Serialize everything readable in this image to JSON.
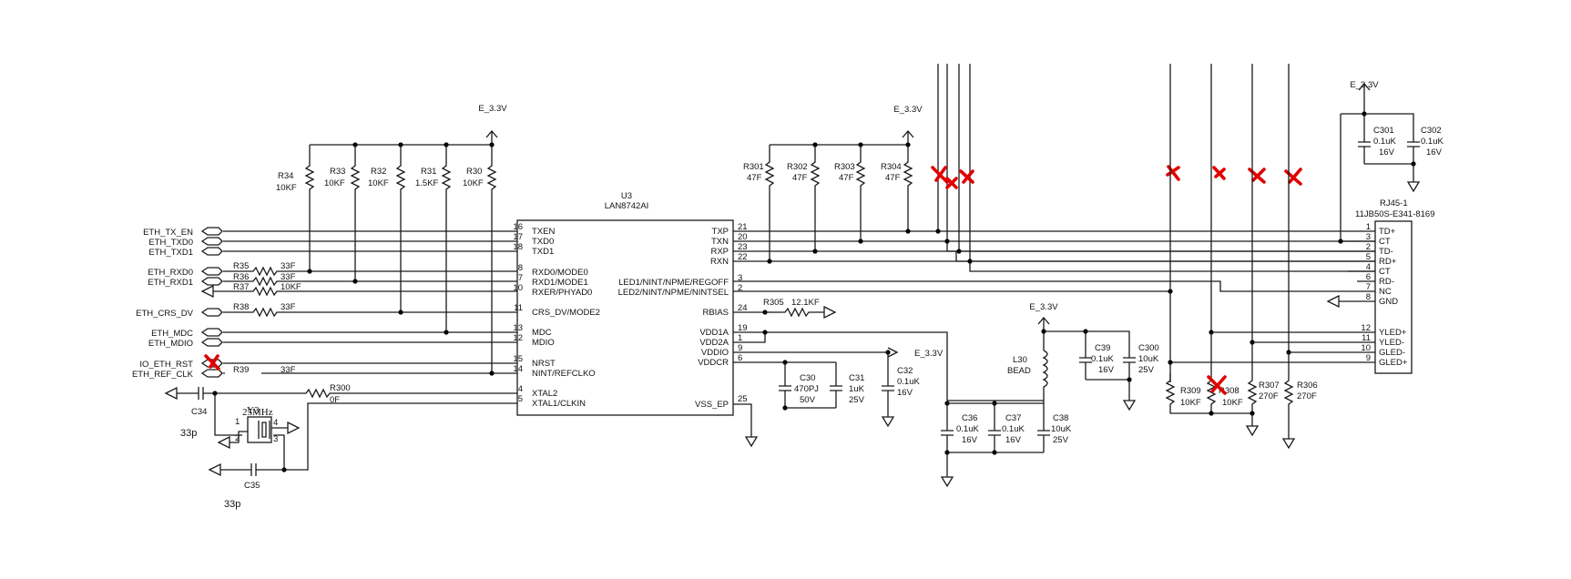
{
  "power": {
    "e33v": "E_3.3V"
  },
  "u3": {
    "ref": "U3",
    "part": "LAN8742AI",
    "left_pins": [
      {
        "num": "16",
        "name": "TXEN"
      },
      {
        "num": "17",
        "name": "TXD0"
      },
      {
        "num": "18",
        "name": "TXD1"
      },
      {
        "num": "8",
        "name": "RXD0/MODE0"
      },
      {
        "num": "7",
        "name": "RXD1/MODE1"
      },
      {
        "num": "10",
        "name": "RXER/PHYAD0"
      },
      {
        "num": "11",
        "name": "CRS_DV/MODE2"
      },
      {
        "num": "13",
        "name": "MDC"
      },
      {
        "num": "12",
        "name": "MDIO"
      },
      {
        "num": "15",
        "name": "NRST"
      },
      {
        "num": "14",
        "name": "NINT/REFCLKO"
      },
      {
        "num": "4",
        "name": "XTAL2"
      },
      {
        "num": "5",
        "name": "XTAL1/CLKIN"
      }
    ],
    "right_pins": [
      {
        "num": "21",
        "name": "TXP"
      },
      {
        "num": "20",
        "name": "TXN"
      },
      {
        "num": "23",
        "name": "RXP"
      },
      {
        "num": "22",
        "name": "RXN"
      },
      {
        "num": "3",
        "name": "LED1/NINT/NPME/REGOFF"
      },
      {
        "num": "2",
        "name": "LED2/NINT/NPME/NINTSEL"
      },
      {
        "num": "24",
        "name": "RBIAS"
      },
      {
        "num": "19",
        "name": "VDD1A"
      },
      {
        "num": "1",
        "name": "VDD2A"
      },
      {
        "num": "9",
        "name": "VDDIO"
      },
      {
        "num": "6",
        "name": "VDDCR"
      },
      {
        "num": "25",
        "name": "VSS_EP"
      }
    ]
  },
  "nets": [
    "ETH_TX_EN",
    "ETH_TXD0",
    "ETH_TXD1",
    "ETH_RXD0",
    "ETH_RXD1",
    "ETH_CRS_DV",
    "ETH_MDC",
    "ETH_MDIO",
    "IO_ETH_RST",
    "ETH_REF_CLK"
  ],
  "pullups": [
    {
      "ref": "R34",
      "val": "10KF"
    },
    {
      "ref": "R33",
      "val": "10KF"
    },
    {
      "ref": "R32",
      "val": "10KF"
    },
    {
      "ref": "R31",
      "val": "1.5KF"
    },
    {
      "ref": "R30",
      "val": "10KF"
    }
  ],
  "series": [
    {
      "ref": "R35",
      "val": "33F"
    },
    {
      "ref": "R36",
      "val": "33F"
    },
    {
      "ref": "R37",
      "val": "10KF"
    },
    {
      "ref": "R38",
      "val": "33F"
    },
    {
      "ref": "R39",
      "val": "33F"
    },
    {
      "ref": "R300",
      "val": "0F"
    }
  ],
  "crystal": {
    "ref": "Y3",
    "freq": "25MHz",
    "p1": "1",
    "p2": "2",
    "p3": "3",
    "p4": "4"
  },
  "xtal_caps": [
    {
      "ref": "C34",
      "val": "33p"
    },
    {
      "ref": "C35",
      "val": "33p"
    }
  ],
  "term": [
    {
      "ref": "R301",
      "val": "47F"
    },
    {
      "ref": "R302",
      "val": "47F"
    },
    {
      "ref": "R303",
      "val": "47F"
    },
    {
      "ref": "R304",
      "val": "47F"
    }
  ],
  "rbias": {
    "ref": "R305",
    "val": "12.1KF"
  },
  "c30": {
    "ref": "C30",
    "val": "470PJ",
    "volt": "50V"
  },
  "c31": {
    "ref": "C31",
    "val": "1uK",
    "volt": "25V"
  },
  "c32": {
    "ref": "C32",
    "val": "0.1uK",
    "volt": "16V"
  },
  "c36": {
    "ref": "C36",
    "val": "0.1uK",
    "volt": "16V"
  },
  "c37": {
    "ref": "C37",
    "val": "0.1uK",
    "volt": "16V"
  },
  "c38": {
    "ref": "C38",
    "val": "10uK",
    "volt": "25V"
  },
  "c39": {
    "ref": "C39",
    "val": "0.1uK",
    "volt": "16V"
  },
  "c300": {
    "ref": "C300",
    "val": "10uK",
    "volt": "25V"
  },
  "c301": {
    "ref": "C301",
    "val": "0.1uK",
    "volt": "16V"
  },
  "c302": {
    "ref": "C302",
    "val": "0.1uK",
    "volt": "16V"
  },
  "l30": {
    "ref": "L30",
    "val": "BEAD"
  },
  "led_res": [
    {
      "ref": "R309",
      "val": "10KF"
    },
    {
      "ref": "R308",
      "val": "10KF"
    },
    {
      "ref": "R307",
      "val": "270F"
    },
    {
      "ref": "R306",
      "val": "270F"
    }
  ],
  "rj45": {
    "ref": "RJ45-1",
    "part": "11JB50S-E341-8169",
    "pins": [
      {
        "num": "1",
        "name": "TD+"
      },
      {
        "num": "3",
        "name": "CT"
      },
      {
        "num": "2",
        "name": "TD-"
      },
      {
        "num": "5",
        "name": "RD+"
      },
      {
        "num": "4",
        "name": "CT"
      },
      {
        "num": "6",
        "name": "RD-"
      },
      {
        "num": "7",
        "name": "NC"
      },
      {
        "num": "8",
        "name": "GND"
      },
      {
        "num": "12",
        "name": "YLED+"
      },
      {
        "num": "11",
        "name": "YLED-"
      },
      {
        "num": "10",
        "name": "GLED-"
      },
      {
        "num": "9",
        "name": "GLED+"
      }
    ]
  }
}
